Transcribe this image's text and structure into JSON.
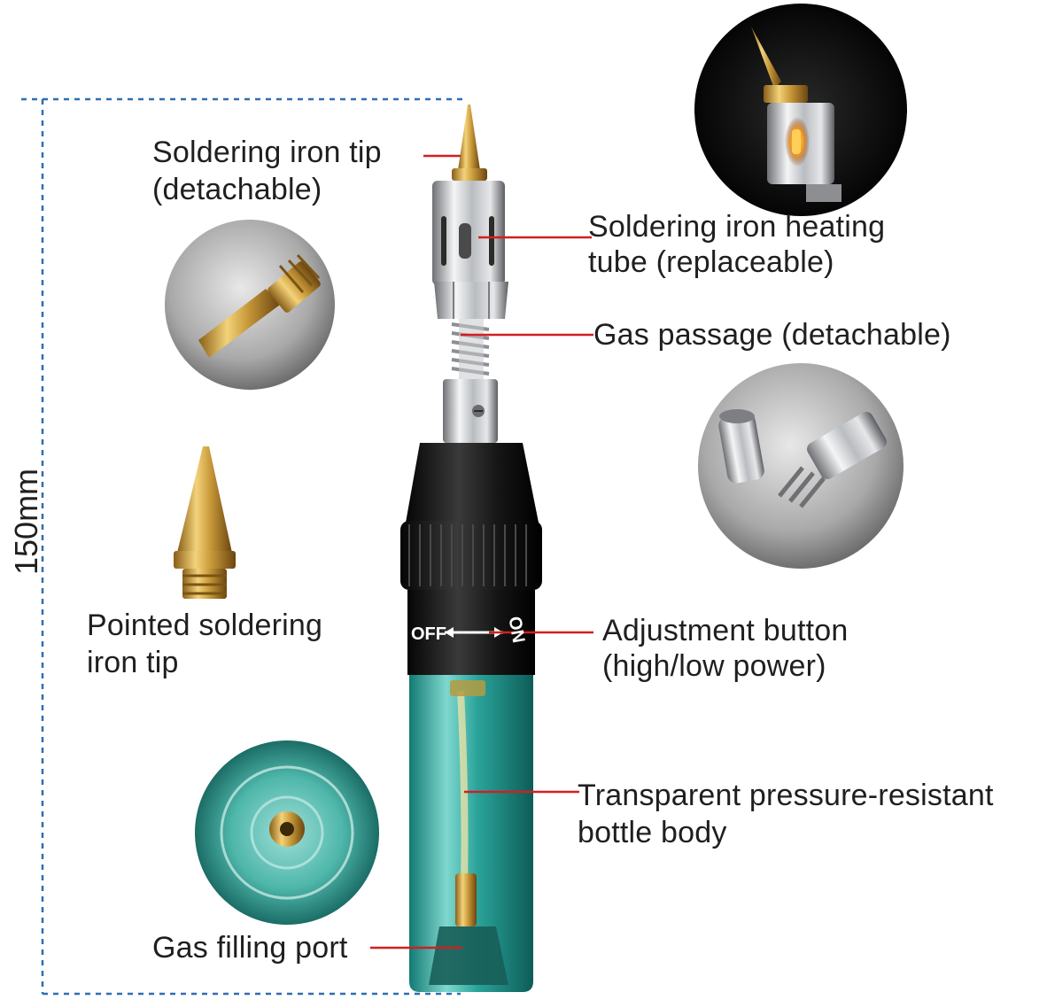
{
  "dimension": {
    "label": "150mm"
  },
  "labels": {
    "tip": {
      "line1": "Soldering iron tip",
      "line2": "(detachable)"
    },
    "heating_tube": {
      "line1": "Soldering iron heating",
      "line2": "tube (replaceable)"
    },
    "gas_passage": {
      "line1": "Gas passage (detachable)"
    },
    "pointed_tip": {
      "line1": "Pointed soldering",
      "line2": "iron tip"
    },
    "adjustment": {
      "line1": "Adjustment button",
      "line2": "(high/low power)"
    },
    "bottle": {
      "line1": "Transparent pressure-resistant",
      "line2": "bottle body"
    },
    "filling_port": {
      "line1": "Gas filling port"
    }
  },
  "switch_markings": {
    "off": "OFF",
    "on": "ON"
  },
  "colors": {
    "leader_line": "#d21f1f",
    "dimension_line": "#2e6fb0",
    "brass": "#c99a3a",
    "chrome": "#b9bcc0",
    "bottle": "#2aa39a",
    "black": "#151515"
  }
}
